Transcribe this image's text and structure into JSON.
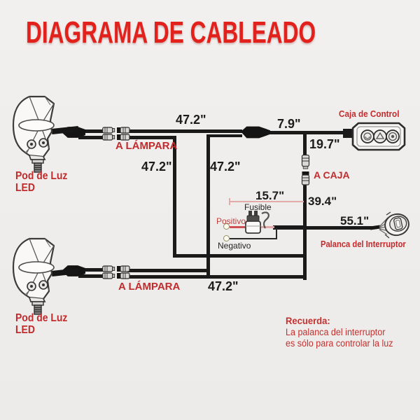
{
  "title": "DIAGRAMA DE CABLEADO",
  "pods": {
    "top": {
      "line1": "Pod de Luz",
      "line2": "LED"
    },
    "bottom": {
      "line1": "Pod de Luz",
      "line2": "LED"
    }
  },
  "labels": {
    "a_lampara_top": "A LÁMPARA",
    "a_lampara_bottom": "A LÁMPARA",
    "a_caja": "A CAJA",
    "control_box": "Caja de Control",
    "switch": "Palanca del Interruptor",
    "fuse": "Fusible",
    "positive": "Positivo",
    "negative": "Negativo"
  },
  "dimensions": {
    "top_run": "47.2\"",
    "run_to_box": "7.9\"",
    "box_drop": "19.7\"",
    "left_drop": "47.2\"",
    "center_riser": "47.2\"",
    "fuse_lead": "15.7\"",
    "switch_branch": "39.4\"",
    "switch_lead": "55.1\"",
    "bottom_run": "47.2\""
  },
  "note": {
    "heading": "Recuerda:",
    "line1": "La palanca del interruptor",
    "line2": "es sólo para controlar la luz"
  },
  "colors": {
    "title_red": "#e2211c",
    "label_red": "#c32a2c",
    "wire_black": "#1a1a1a",
    "pink_wire": "#e2aaa8",
    "background": "#efedeb"
  }
}
